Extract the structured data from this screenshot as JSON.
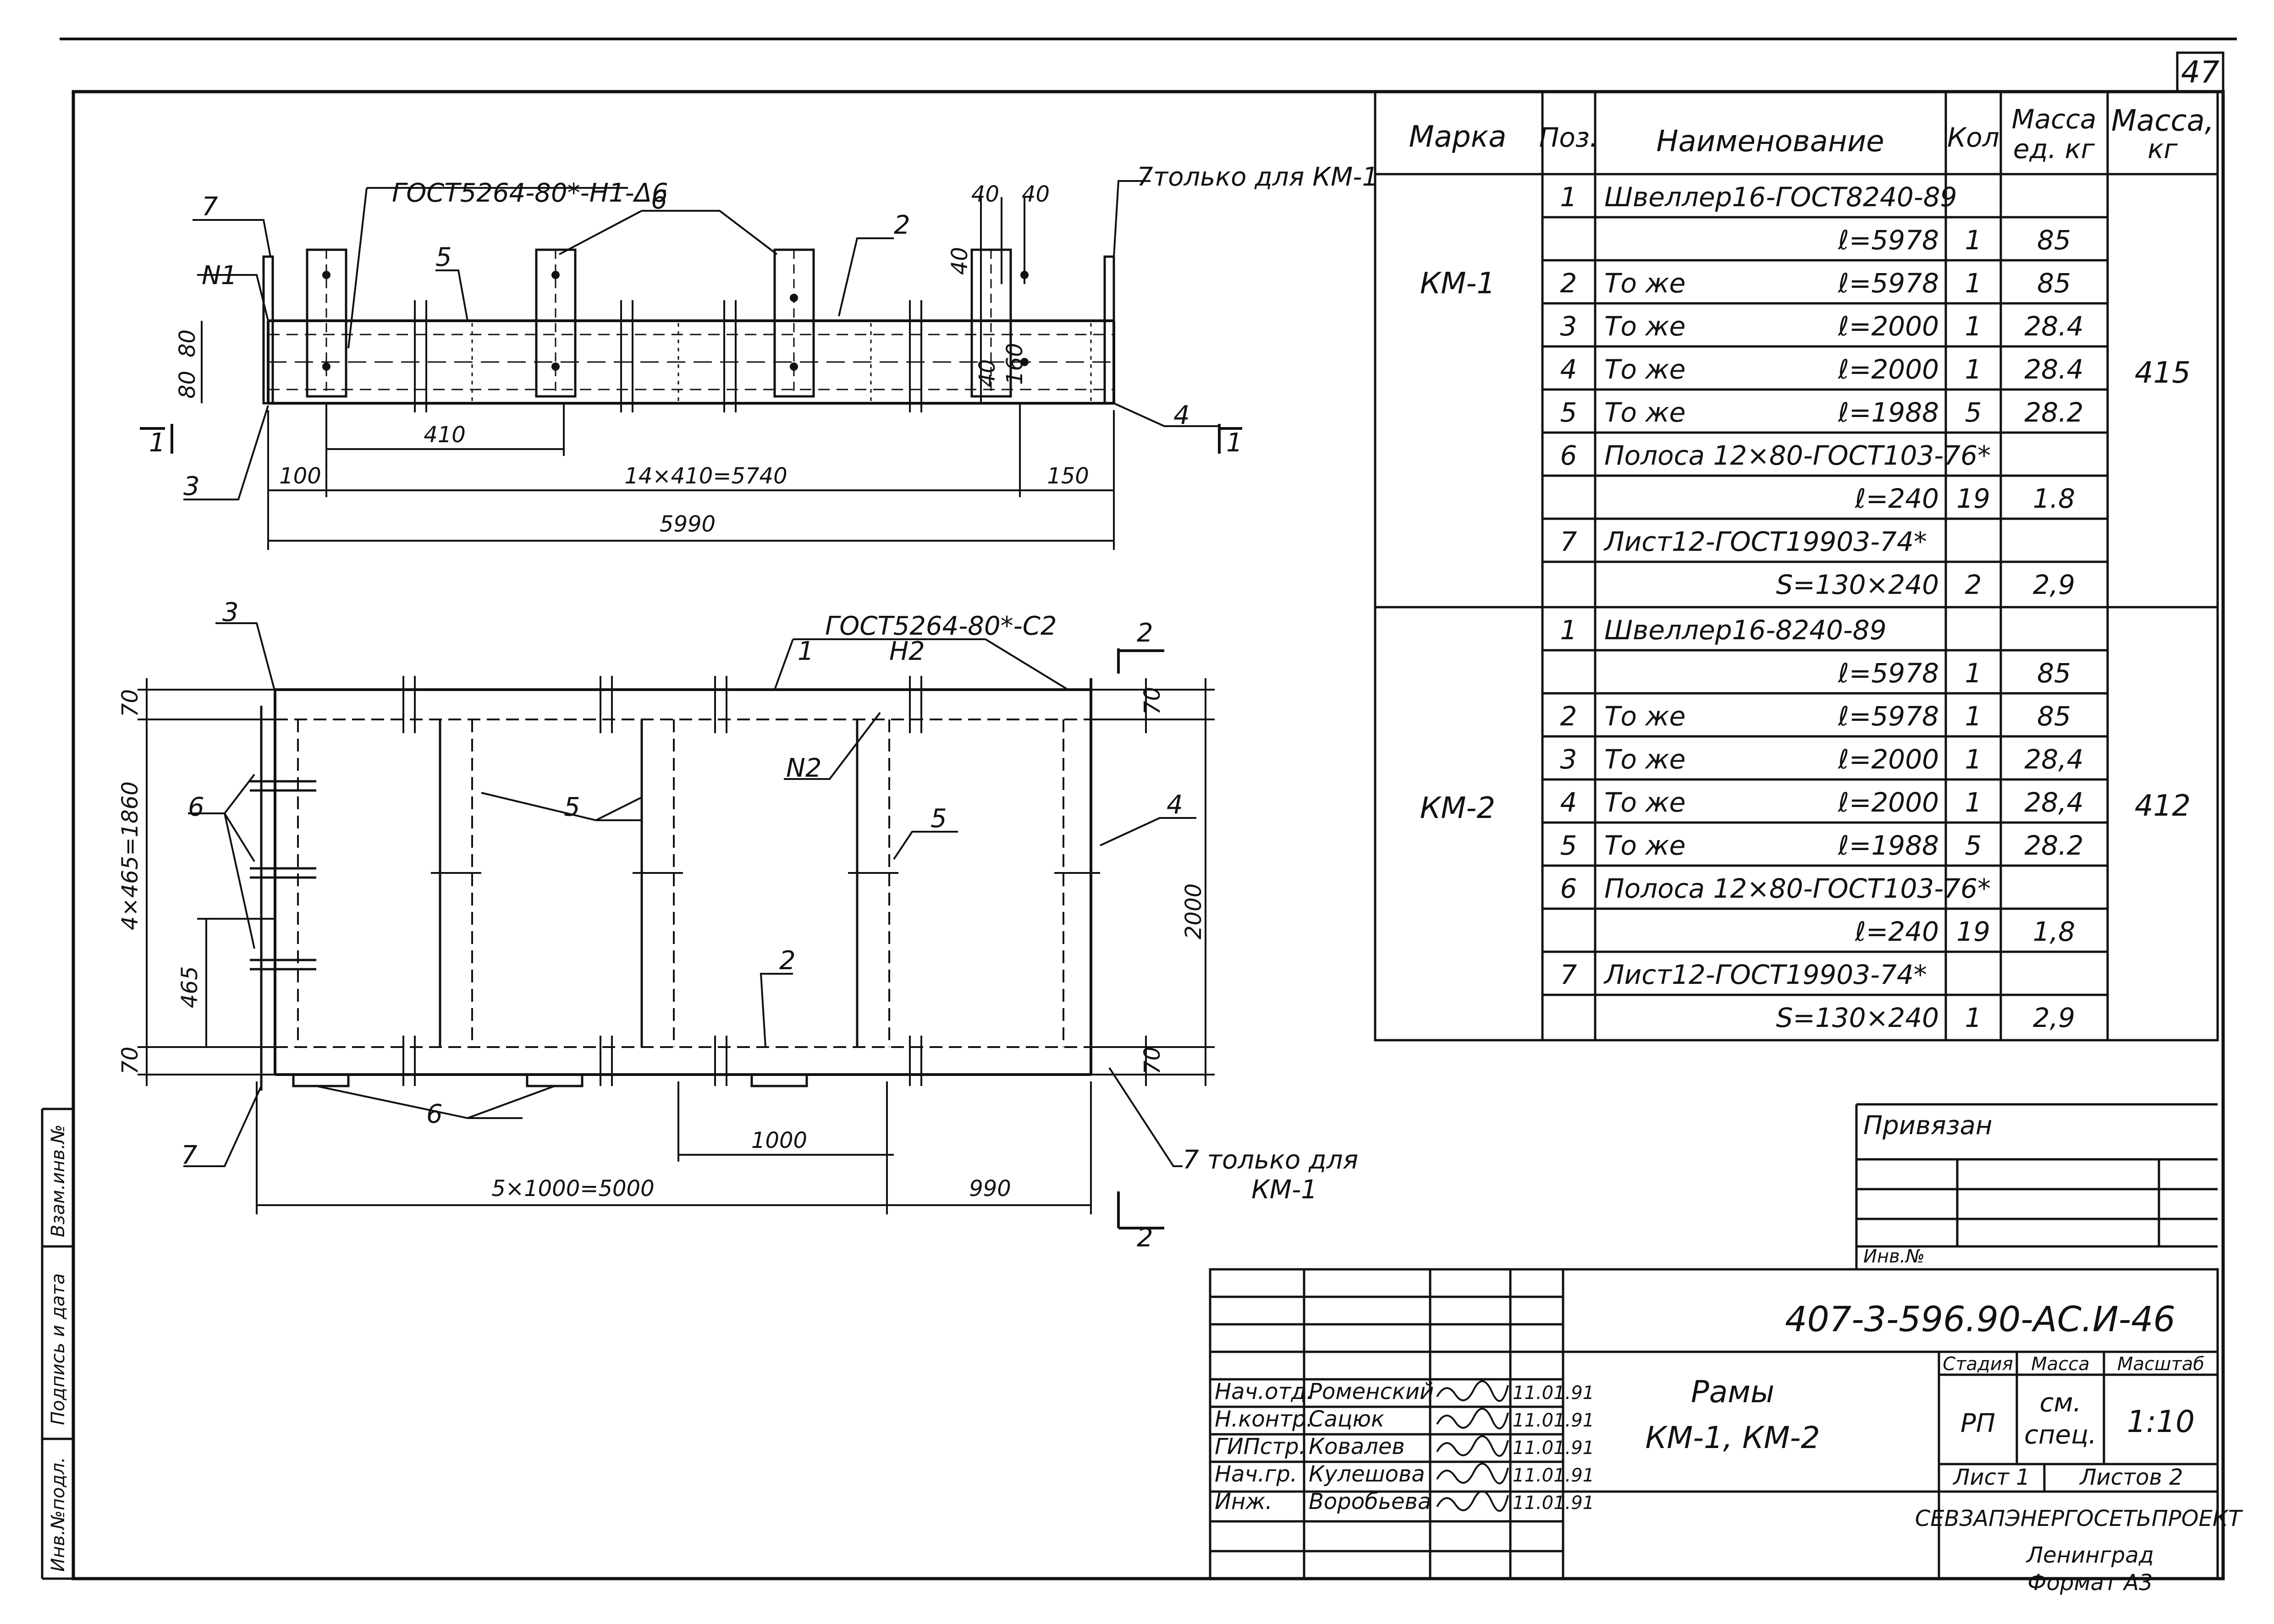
{
  "sheet_number": "47",
  "spec_table": {
    "headers": {
      "mark": "Марка",
      "pos": "Поз.",
      "name": "Наименование",
      "qty": "Кол",
      "unit_mass": "Масса ед. кг",
      "unit_mass_l1": "Масса",
      "unit_mass_l2": "ед. кг",
      "total_mass_l1": "Масса,",
      "total_mass_l2": "кг"
    },
    "groups": [
      {
        "mark": "КМ-1",
        "total": "415",
        "rows": [
          {
            "pos": "1",
            "name": "Швеллер16-ГОСТ8240-89",
            "param": "",
            "qty": "",
            "mass": ""
          },
          {
            "pos": "",
            "name": "",
            "param": "ℓ=5978",
            "qty": "1",
            "mass": "85"
          },
          {
            "pos": "2",
            "name": "То же",
            "param": "ℓ=5978",
            "qty": "1",
            "mass": "85"
          },
          {
            "pos": "3",
            "name": "То же",
            "param": "ℓ=2000",
            "qty": "1",
            "mass": "28.4"
          },
          {
            "pos": "4",
            "name": "То же",
            "param": "ℓ=2000",
            "qty": "1",
            "mass": "28.4"
          },
          {
            "pos": "5",
            "name": "То же",
            "param": "ℓ=1988",
            "qty": "5",
            "mass": "28.2"
          },
          {
            "pos": "6",
            "name": "Полоса 12×80-ГОСТ103-76*",
            "param": "",
            "qty": "",
            "mass": ""
          },
          {
            "pos": "",
            "name": "",
            "param": "ℓ=240",
            "qty": "19",
            "mass": "1.8"
          },
          {
            "pos": "7",
            "name": "Лист12-ГОСТ19903-74*",
            "param": "",
            "qty": "",
            "mass": ""
          },
          {
            "pos": "",
            "name": "",
            "param": "S=130×240",
            "qty": "2",
            "mass": "2,9"
          }
        ]
      },
      {
        "mark": "КМ-2",
        "total": "412",
        "rows": [
          {
            "pos": "1",
            "name": "Швеллер16-8240-89",
            "param": "",
            "qty": "",
            "mass": ""
          },
          {
            "pos": "",
            "name": "",
            "param": "ℓ=5978",
            "qty": "1",
            "mass": "85"
          },
          {
            "pos": "2",
            "name": "То же",
            "param": "ℓ=5978",
            "qty": "1",
            "mass": "85"
          },
          {
            "pos": "3",
            "name": "То же",
            "param": "ℓ=2000",
            "qty": "1",
            "mass": "28,4"
          },
          {
            "pos": "4",
            "name": "То же",
            "param": "ℓ=2000",
            "qty": "1",
            "mass": "28,4"
          },
          {
            "pos": "5",
            "name": "То же",
            "param": "ℓ=1988",
            "qty": "5",
            "mass": "28.2"
          },
          {
            "pos": "6",
            "name": "Полоса 12×80-ГОСТ103-76*",
            "param": "",
            "qty": "",
            "mass": ""
          },
          {
            "pos": "",
            "name": "",
            "param": "ℓ=240",
            "qty": "19",
            "mass": "1,8"
          },
          {
            "pos": "7",
            "name": "Лист12-ГОСТ19903-74*",
            "param": "",
            "qty": "",
            "mass": ""
          },
          {
            "pos": "",
            "name": "",
            "param": "S=130×240",
            "qty": "1",
            "mass": "2,9"
          }
        ]
      }
    ]
  },
  "top_view": {
    "labels": {
      "weld_note": "ГОСТ5264-80*-Н1-Δ6",
      "only_for_km1": "7только для КМ-1",
      "n1": "N1",
      "section_1_left": "1",
      "section_1_right": "1",
      "p2": "2",
      "p3": "3",
      "p4": "4",
      "p5": "5",
      "p6": "6",
      "p7": "7"
    },
    "dims": {
      "d80a": "80",
      "d80b": "80",
      "d40a": "40",
      "d40b": "40",
      "d40c": "40",
      "d40d": "40",
      "d160": "160",
      "d410": "410",
      "d100": "100",
      "d_main": "14×410=5740",
      "d150": "150",
      "d_total": "5990"
    }
  },
  "plan_view": {
    "labels": {
      "weld_note_l1": "ГОСТ5264-80*-С2",
      "weld_note_l2": "Н2",
      "n2": "N2",
      "section_2_top": "2",
      "section_2_bottom": "2",
      "p1": "1",
      "p2": "2",
      "p3": "3",
      "p4": "4",
      "p5a": "5",
      "p5b": "5",
      "p6a": "6",
      "p6b": "6",
      "p7": "7",
      "only_km1_l1": "7 только для",
      "only_km1_l2": "КМ-1"
    },
    "dims": {
      "d70tl": "70",
      "d70tr": "70",
      "d70bl": "70",
      "d70br": "70",
      "d_vert": "4×465=1860",
      "d465": "465",
      "d2000": "2000",
      "d1000": "1000",
      "d_main": "5×1000=5000",
      "d990": "990"
    }
  },
  "left_margin": {
    "inv_orig": "Инв.№подл.",
    "sign_date": "Подпись и дата",
    "inv_repl": "Взам.инв.№"
  },
  "binding_block": {
    "title": "Привязан",
    "inv_label": "Инв.№"
  },
  "title_block": {
    "doc_code": "407-3-596.90-АС.И-46",
    "title_l1": "Рамы",
    "title_l2": "КМ-1, КМ-2",
    "stage_header": "Стадия",
    "mass_header": "Масса",
    "scale_header": "Масштаб",
    "stage": "РП",
    "mass_l1": "см.",
    "mass_l2": "спец.",
    "scale": "1:10",
    "sheet": "Лист 1",
    "sheets": "Листов 2",
    "org": "СЕВЗАПЭНЕРГОСЕТЬПРОЕКТ",
    "city": "Ленинград",
    "format": "Формат А3",
    "signers": [
      {
        "role": "Нач.отд.",
        "name": "Роменский",
        "date": "11.01.91"
      },
      {
        "role": "Н.контр.",
        "name": "Сацюк",
        "date": "11.01.91"
      },
      {
        "role": "ГИПстр.",
        "name": "Ковалев",
        "date": "11.01.91"
      },
      {
        "role": "Нач.гр.",
        "name": "Кулешова",
        "date": "11.01.91"
      },
      {
        "role": "Инж.",
        "name": "Воробьева",
        "date": "11.01.91"
      }
    ]
  }
}
